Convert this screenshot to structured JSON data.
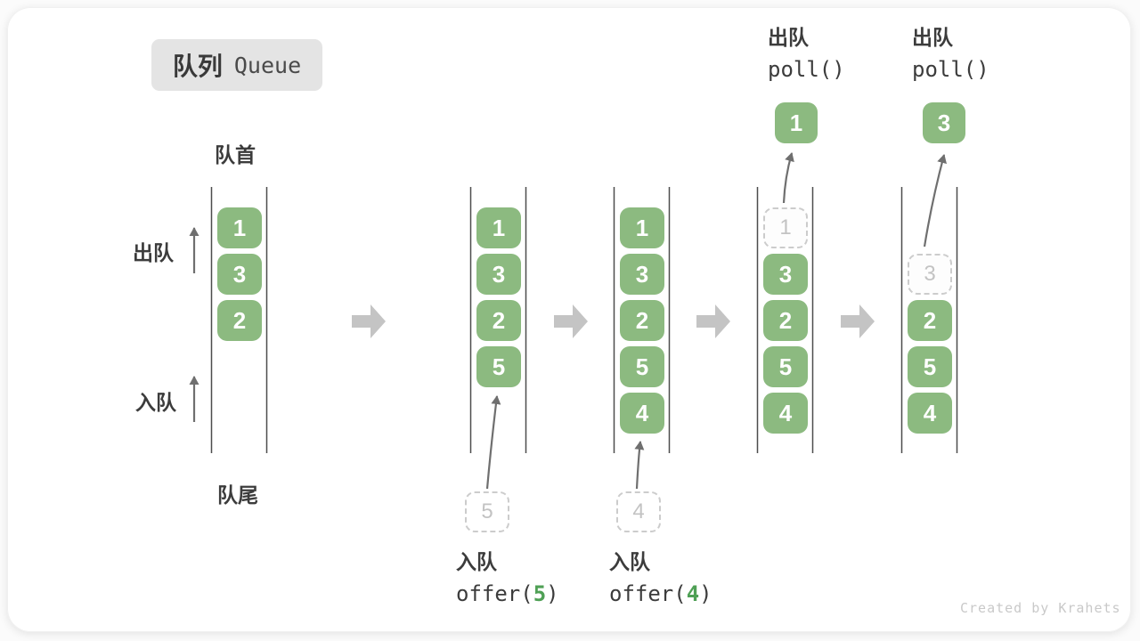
{
  "title": {
    "zh": "队列",
    "en": "Queue"
  },
  "side_labels": {
    "front": "队首",
    "rear": "队尾",
    "dequeue": "出队",
    "enqueue": "入队"
  },
  "queues": [
    {
      "items": [
        "1",
        "3",
        "2"
      ]
    },
    {
      "items": [
        "1",
        "3",
        "2",
        "5"
      ]
    },
    {
      "items": [
        "1",
        "3",
        "2",
        "5",
        "4"
      ]
    },
    {
      "ghost": "1",
      "items": [
        "3",
        "2",
        "5",
        "4"
      ]
    },
    {
      "ghost": "3",
      "items": [
        "2",
        "5",
        "4"
      ]
    }
  ],
  "ops": {
    "enqueue5": {
      "label": "入队",
      "fn": "offer(",
      "arg": "5",
      "close": ")",
      "pending": "5"
    },
    "enqueue4": {
      "label": "入队",
      "fn": "offer(",
      "arg": "4",
      "close": ")",
      "pending": "4"
    },
    "poll1": {
      "label": "出队",
      "code": "poll()",
      "removed": "1"
    },
    "poll2": {
      "label": "出队",
      "code": "poll()",
      "removed": "3"
    }
  },
  "watermark": "Created by Krahets",
  "colors": {
    "box_green": "#8cba80",
    "code_arg_green": "#4fa055",
    "block_arrow_gray": "#c4c4c4",
    "thin_arrow_gray": "#6f6f6f",
    "queue_line": "#4d4d4d",
    "ghost_gray": "#c3c3c3",
    "label_text": "#3c3c3c",
    "badge_bg": "#e4e4e4",
    "watermark_gray": "#c9c9c9"
  }
}
